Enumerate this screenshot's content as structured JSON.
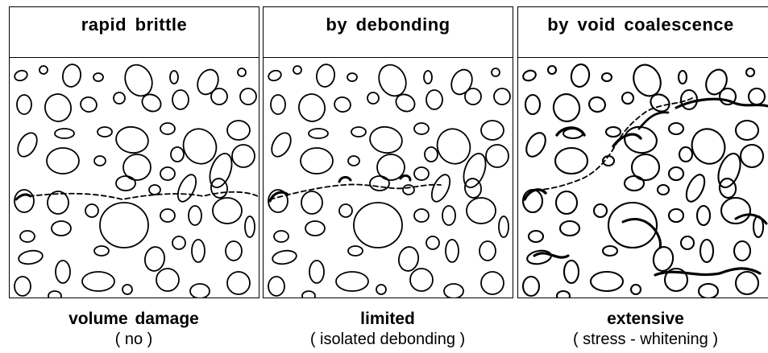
{
  "panels": [
    {
      "title": "rapid  brittle",
      "caption": "volume  damage",
      "subcaption": "( no )"
    },
    {
      "title": "by  debonding",
      "caption": "limited",
      "subcaption": "( isolated  debonding )"
    },
    {
      "title": "by  void  coalescence",
      "caption": "extensive",
      "subcaption": "( stress - whitening )"
    }
  ],
  "colors": {
    "stroke": "#000000",
    "background": "#ffffff"
  }
}
